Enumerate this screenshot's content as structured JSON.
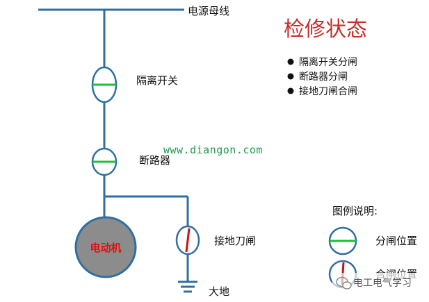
{
  "title": "检修状态",
  "watermark": "www.diangon.com",
  "labels": {
    "busbar": "电源母线",
    "isolator": "隔离开关",
    "breaker": "断路器",
    "motor": "电动机",
    "earth_switch": "接地刀闸",
    "ground": "大地"
  },
  "status_items": [
    "隔离开关分闸",
    "断路器分闸",
    "接地刀闸合闸"
  ],
  "legend": {
    "title": "图例说明:",
    "open_label": "分闸位置",
    "closed_label": "合闸位置"
  },
  "brand": "电工电气学习",
  "colors": {
    "wire": "#2f6f9f",
    "open_bar": "#1fbf3a",
    "closed_bar": "#cc1111",
    "title": "#c4302b",
    "motor_fill": "#8c8c8c",
    "motor_text": "#e01010",
    "watermark": "#1f9a4a"
  }
}
